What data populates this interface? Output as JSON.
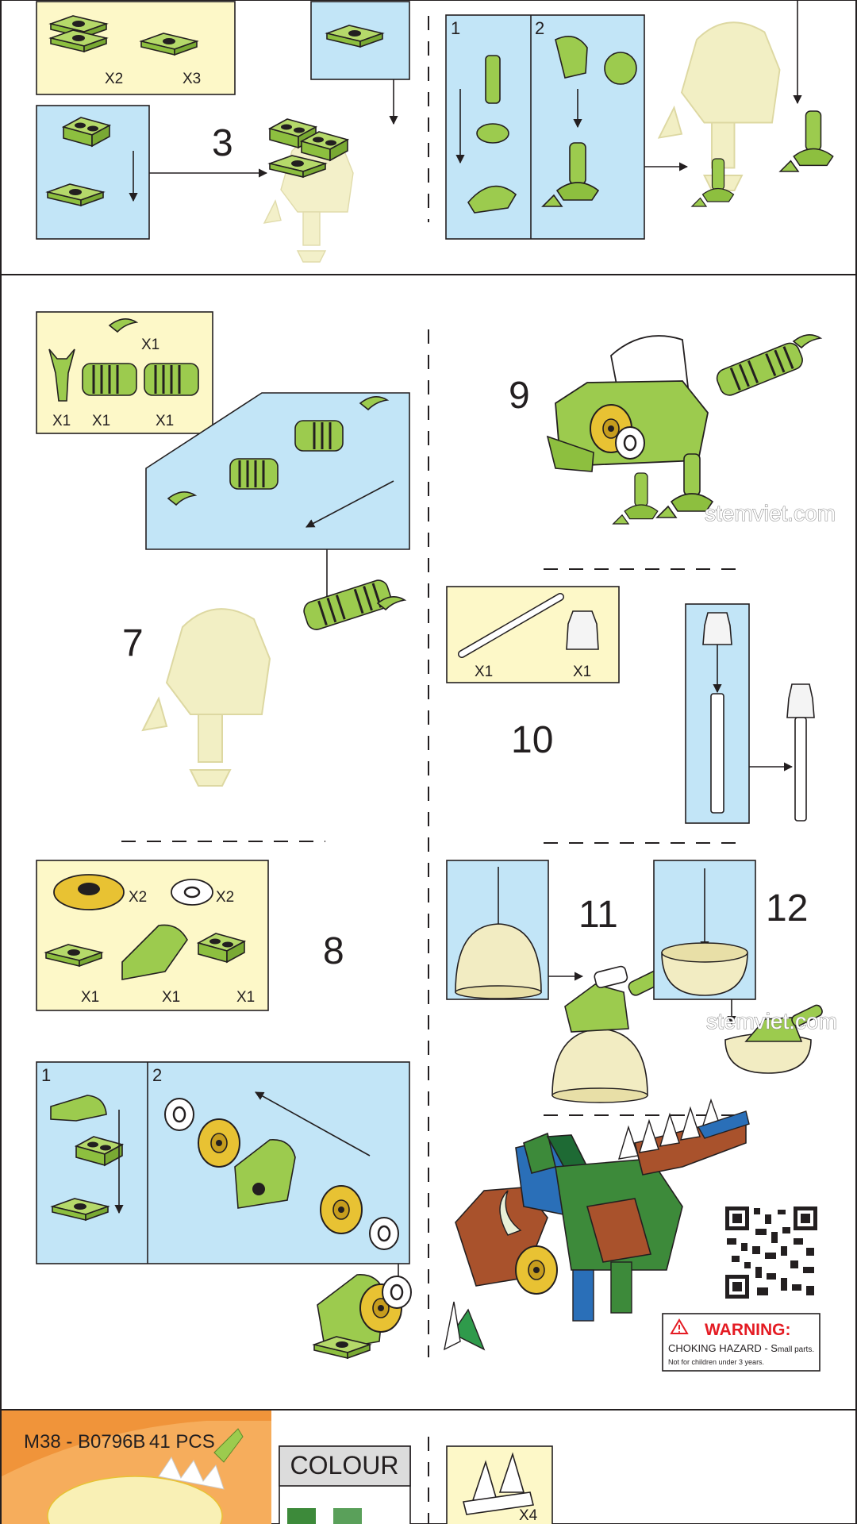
{
  "page": {
    "title": "Building instructions",
    "watermark": "stemviet.com",
    "brand_code": "M38 - B0796B",
    "piece_count": "41 PCS",
    "colour_label": "COLOUR"
  },
  "steps": {
    "s3": {
      "number": "3",
      "parts": [
        "X2",
        "X3"
      ]
    },
    "s6": {
      "sub": [
        "1",
        "2"
      ]
    },
    "s7": {
      "number": "7",
      "parts": [
        "X1",
        "X1",
        "X1",
        "X1"
      ]
    },
    "s8": {
      "number": "8",
      "parts": [
        "X2",
        "X2",
        "X1",
        "X1",
        "X1"
      ],
      "sub": [
        "1",
        "2"
      ]
    },
    "s9": {
      "number": "9"
    },
    "s10": {
      "number": "10",
      "parts": [
        "X1",
        "X1"
      ]
    },
    "s11": {
      "number": "11"
    },
    "s12": {
      "number": "12"
    },
    "bottom": {
      "parts": [
        "X4"
      ]
    }
  },
  "warning": {
    "title": "WARNING:",
    "line1_a": "CHOKING HAZARD - S",
    "line1_b": "mall parts.",
    "line2": "Not for children under 3 years."
  },
  "colors": {
    "parts_bg": "#fdf8c8",
    "assembly_bg": "#c2e5f7",
    "lime": "#9ccb4e",
    "yellow": "#e8c233",
    "orange_banner": "#f0943a",
    "ghost": "#f2efc4",
    "warning_red": "#e41b23"
  },
  "icons": [
    "qr-code-icon",
    "warning-triangle-icon",
    "arrow-icon"
  ]
}
